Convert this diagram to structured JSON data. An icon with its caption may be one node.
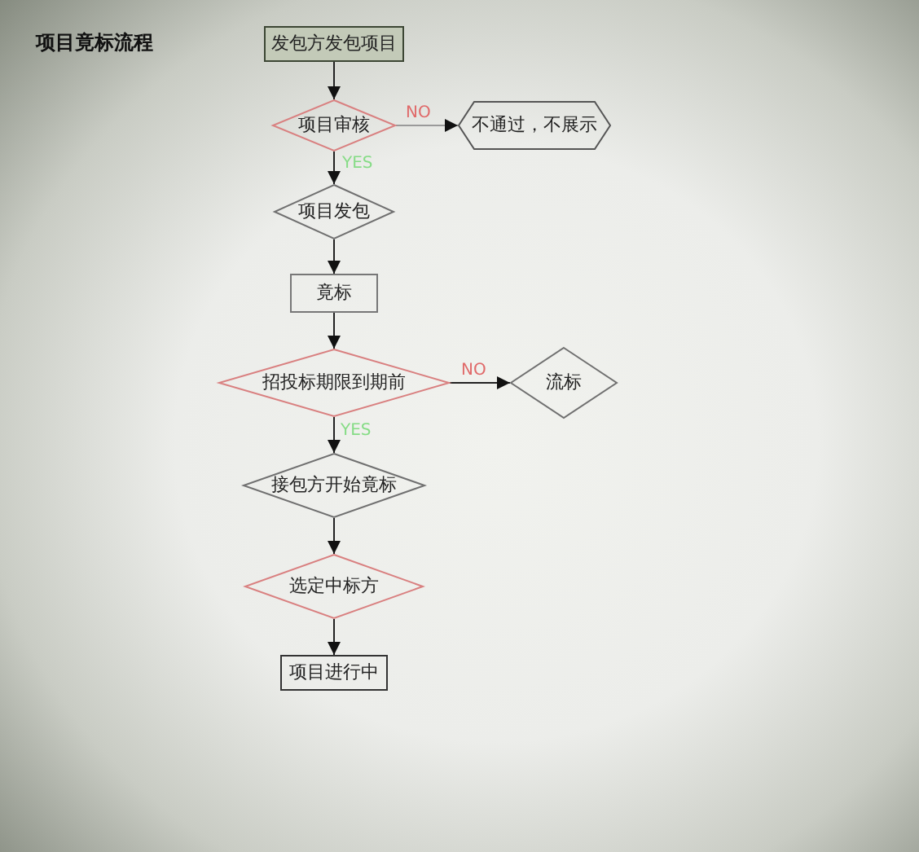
{
  "diagram": {
    "title": "项目竟标流程",
    "nodes": [
      {
        "text": [
          "发包方发包项目"
        ]
      },
      {
        "text": [
          "项目审核"
        ]
      },
      {
        "text": [
          "不通过，不展示"
        ]
      },
      {
        "text": [
          "项目发包"
        ]
      },
      {
        "text": [
          "竟标"
        ]
      },
      {
        "text": [
          "招投标期限到期前"
        ]
      },
      {
        "text": [
          "流标"
        ]
      },
      {
        "text": [
          "接包方开始竟标"
        ]
      },
      {
        "text": [
          "选定中标方"
        ]
      },
      {
        "text": [
          "项目进行中"
        ]
      }
    ],
    "edges": [
      {
        "from": 0,
        "to": 1,
        "arrow": "to"
      },
      {
        "from": 1,
        "to": 2,
        "arrow": "to",
        "label": "NO",
        "color": "#9a9a9a"
      },
      {
        "from": 1,
        "to": 3,
        "arrow": "to",
        "label": "YES"
      },
      {
        "from": 3,
        "to": 4,
        "arrow": "to"
      },
      {
        "from": 4,
        "to": 5,
        "arrow": "to"
      },
      {
        "from": 5,
        "to": 6,
        "arrow": "to",
        "label": "NO"
      },
      {
        "from": 5,
        "to": 7,
        "arrow": "to",
        "label": "YES"
      },
      {
        "from": 7,
        "to": 8,
        "arrow": "to"
      },
      {
        "from": 8,
        "to": 9,
        "arrow": "to"
      }
    ]
  }
}
